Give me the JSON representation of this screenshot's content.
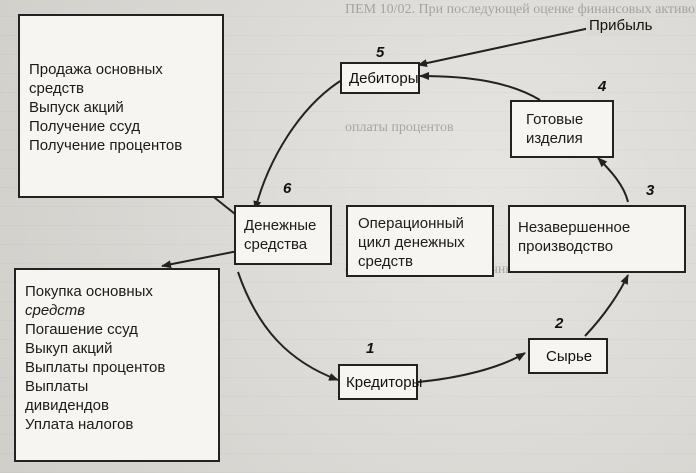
{
  "diagram": {
    "sources_box": {
      "items": [
        "Продажа основных",
        "средств",
        "Выпуск акций",
        "Получение ссуд",
        "Получение процентов"
      ]
    },
    "uses_box": {
      "items": [
        "Покупка основных",
        "средств",
        "Погашение ссуд",
        "Выкуп акций",
        "Выплаты процентов",
        "Выплаты",
        "дивидендов",
        "Уплата налогов"
      ]
    },
    "center_box": {
      "lines": [
        "Операционный",
        "цикл денежных",
        "средств"
      ]
    },
    "cash_node": {
      "lines": [
        "Денежные",
        "средства"
      ]
    },
    "nodes": [
      {
        "number": "1",
        "label": "Кредиторы"
      },
      {
        "number": "2",
        "label": "Сырье"
      },
      {
        "number": "3",
        "label": "Незавершенное",
        "label2": "производство"
      },
      {
        "number": "4",
        "label": "Готовые",
        "label2": "изделия"
      },
      {
        "number": "5",
        "label": "Дебиторы"
      },
      {
        "number": "6"
      }
    ],
    "profit_label": "Прибыль"
  }
}
